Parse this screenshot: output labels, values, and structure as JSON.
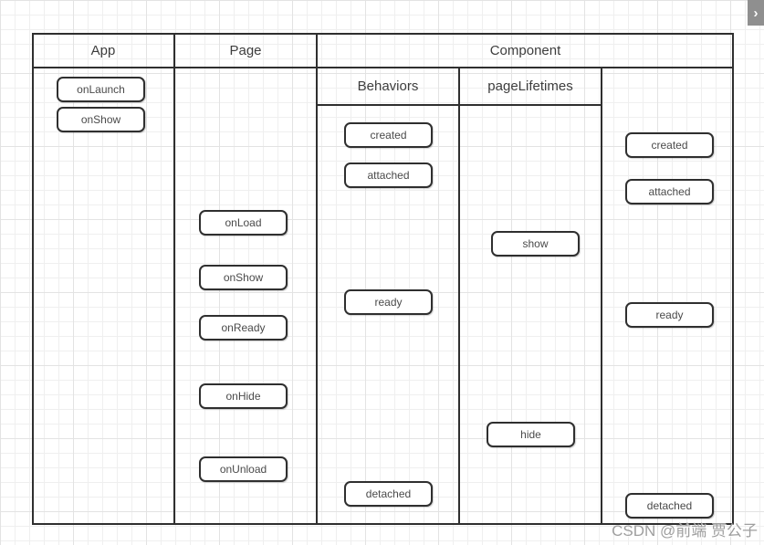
{
  "diagram": {
    "columns": {
      "app": {
        "header": "App",
        "boxes": [
          "onLaunch",
          "onShow"
        ]
      },
      "page": {
        "header": "Page",
        "boxes": [
          "onLoad",
          "onShow",
          "onReady",
          "onHide",
          "onUnload"
        ]
      },
      "component": {
        "header": "Component",
        "subcolumns": {
          "behaviors": {
            "header": "Behaviors",
            "boxes": [
              "created",
              "attached",
              "ready",
              "detached"
            ]
          },
          "page_lifetimes": {
            "header": "pageLifetimes",
            "boxes": [
              "show",
              "hide"
            ]
          },
          "lifetimes": {
            "header": "",
            "boxes": [
              "created",
              "attached",
              "ready",
              "detached"
            ]
          }
        }
      }
    }
  },
  "panel_toggle": {
    "chevron_icon": "›"
  },
  "watermark": {
    "text": "CSDN @前端 贾公子"
  },
  "colors": {
    "line": "#2f2f2f",
    "node_text": "#4a4a4a",
    "header_text": "#3d3d3d",
    "grid_minor": "#efefef",
    "grid_major": "#e3e3e3",
    "toggle_bg": "#8f8f8f",
    "watermark": "#9e9e9e"
  }
}
